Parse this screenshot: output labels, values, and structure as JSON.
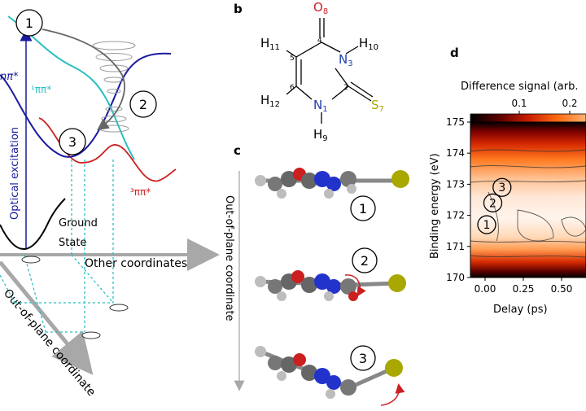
{
  "panel_a": {
    "state_labels": {
      "s1": "1",
      "s2": "2",
      "s3": "3"
    },
    "curve_labels": {
      "pi_pi_star_1": "¹ππ*",
      "n_pi_star": "nπ*",
      "pi_pi_star_3": "³ππ*"
    },
    "optical_excitation": "Optical excitation",
    "ground_state_line1": "Ground",
    "ground_state_line2": "State",
    "other_coordinates": "Other coordinates",
    "out_of_plane_axis": "Out-of-plane coordinate",
    "colors": {
      "teal": "#2bbfc0",
      "navy": "#1a1aa0",
      "red": "#cc1f1f",
      "gray": "#999999"
    }
  },
  "panel_b": {
    "label": "b",
    "atoms": {
      "O8": "O",
      "O8_sub": "8",
      "H11": "H",
      "H11_sub": "11",
      "H10": "H",
      "H10_sub": "10",
      "N3": "N",
      "N3_sub": "3",
      "H12": "H",
      "H12_sub": "12",
      "N1": "N",
      "N1_sub": "1",
      "S7": "S",
      "S7_sub": "7",
      "H9": "H",
      "H9_sub": "9",
      "c4": "4",
      "c5": "5",
      "c6": "6",
      "c2": "2"
    },
    "colors": {
      "oxygen": "#cc2222",
      "nitrogen": "#1f3fb0",
      "sulfur": "#a8a800"
    }
  },
  "panel_c": {
    "label": "c",
    "axis_label": "Out-of-plane coordinate",
    "steps": [
      "1",
      "2",
      "3"
    ]
  },
  "panel_d": {
    "label": "d",
    "colorbar_title": "Difference signal (arb.",
    "colorbar_ticks": [
      "0.1",
      "0.2"
    ],
    "ylabel": "Binding energy (eV)",
    "xlabel": "Delay (ps)",
    "markers": [
      "1",
      "2",
      "3"
    ]
  },
  "chart_data": {
    "type": "heatmap",
    "title": "",
    "xlabel": "Delay (ps)",
    "ylabel": "Binding energy (eV)",
    "x_ticks": [
      0.0,
      0.25,
      0.5
    ],
    "x_tick_labels": [
      "0.00",
      "0.25",
      "0.50"
    ],
    "y_ticks": [
      170,
      171,
      172,
      173,
      174,
      175
    ],
    "ylim": [
      170,
      175
    ],
    "colorbar_label": "Difference signal (arb.",
    "colorbar_ticks": [
      0.1,
      0.2
    ],
    "colormap": "hot",
    "annotations": [
      {
        "label": "1",
        "delay": 0.0,
        "energy": 171.7
      },
      {
        "label": "2",
        "delay": 0.04,
        "energy": 172.4
      },
      {
        "label": "3",
        "delay": 0.1,
        "energy": 172.9
      }
    ]
  }
}
